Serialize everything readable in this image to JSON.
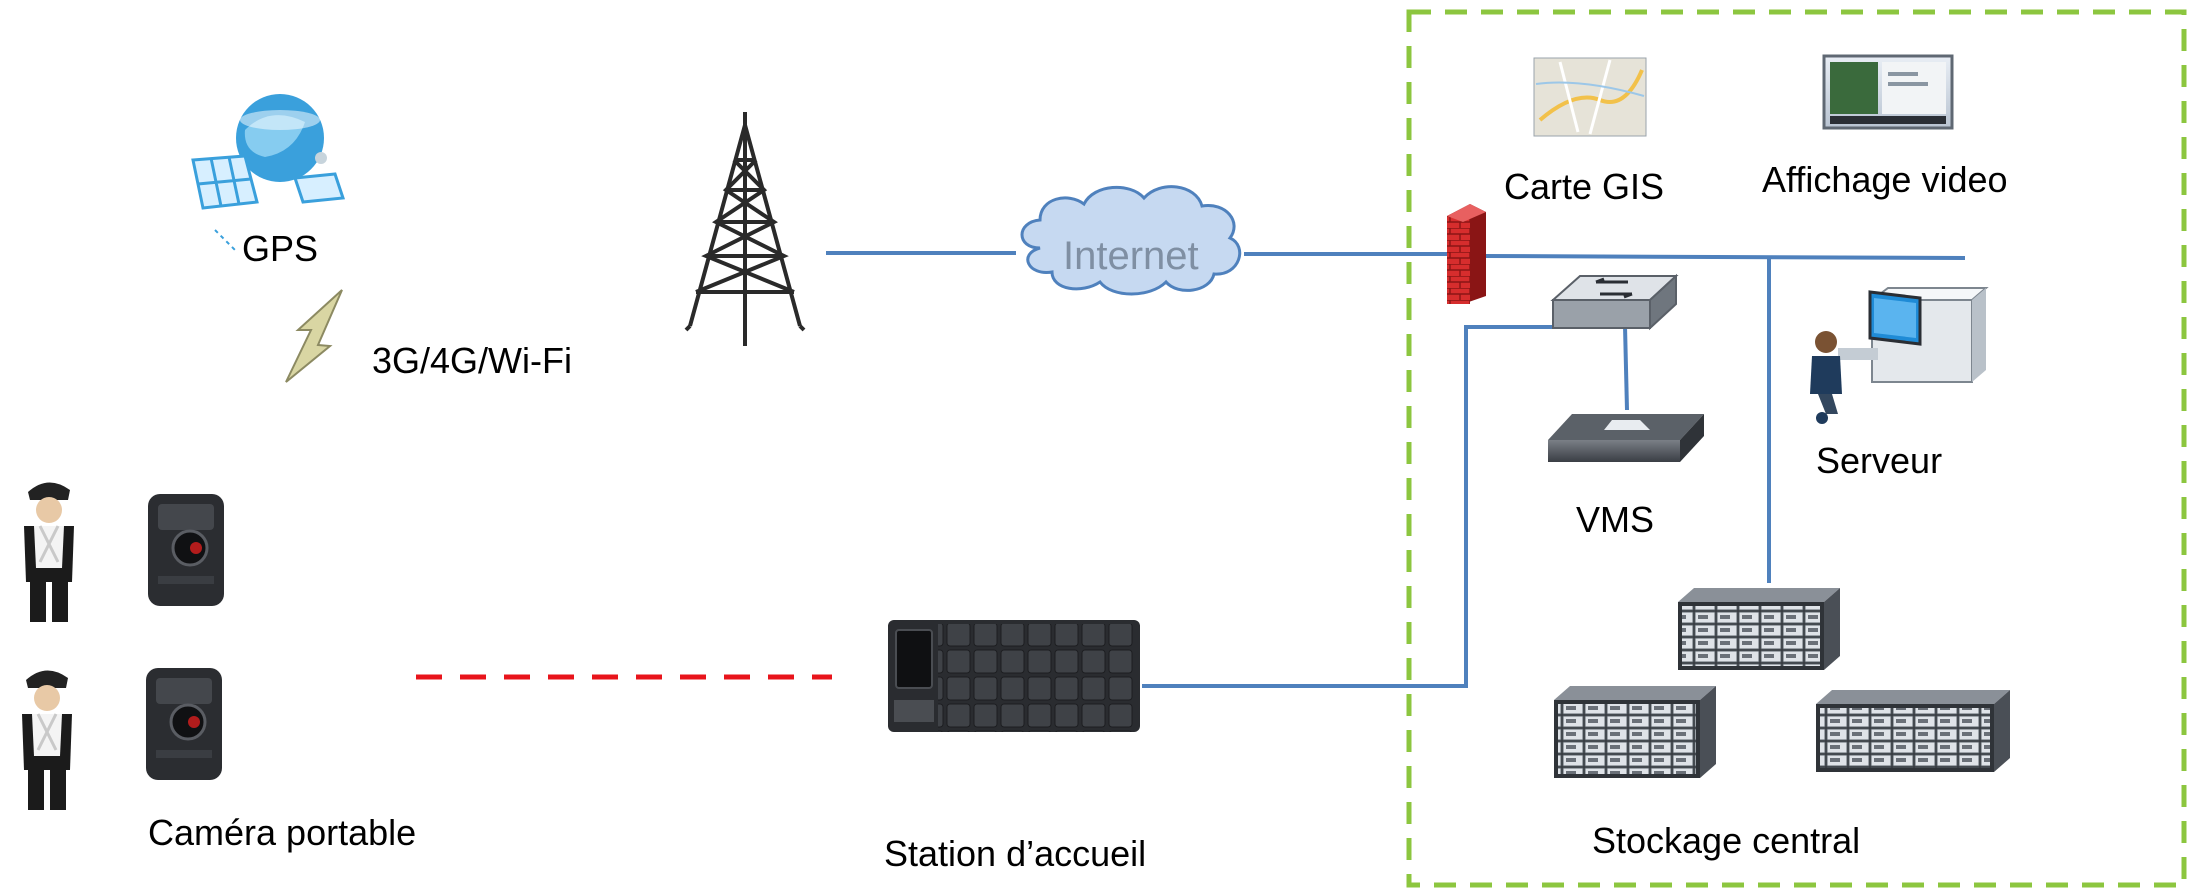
{
  "labels": {
    "gps": "GPS",
    "wireless": "3G/4G/Wi-Fi",
    "internet": "Internet",
    "gis_map": "Carte GIS",
    "video_display": "Affichage video",
    "server": "Serveur",
    "vms": "VMS",
    "body_camera": "Caméra portable",
    "docking_station": "Station d’accueil",
    "central_storage": "Stockage central"
  },
  "colors": {
    "network_line": "#4f81bd",
    "dock_link": "#e8141b",
    "zone_border": "#8cc63f",
    "cloud_fill": "#c6d9f1",
    "firewall": "#d62d2d"
  },
  "icons": [
    "satellite-icon",
    "lightning-icon",
    "cell-tower-icon",
    "cloud-icon",
    "firewall-icon",
    "switch-icon",
    "vms-server-icon",
    "workstation-icon",
    "map-icon",
    "monitor-icon",
    "officer-icon",
    "body-camera-icon",
    "docking-station-icon",
    "storage-array-icon"
  ]
}
